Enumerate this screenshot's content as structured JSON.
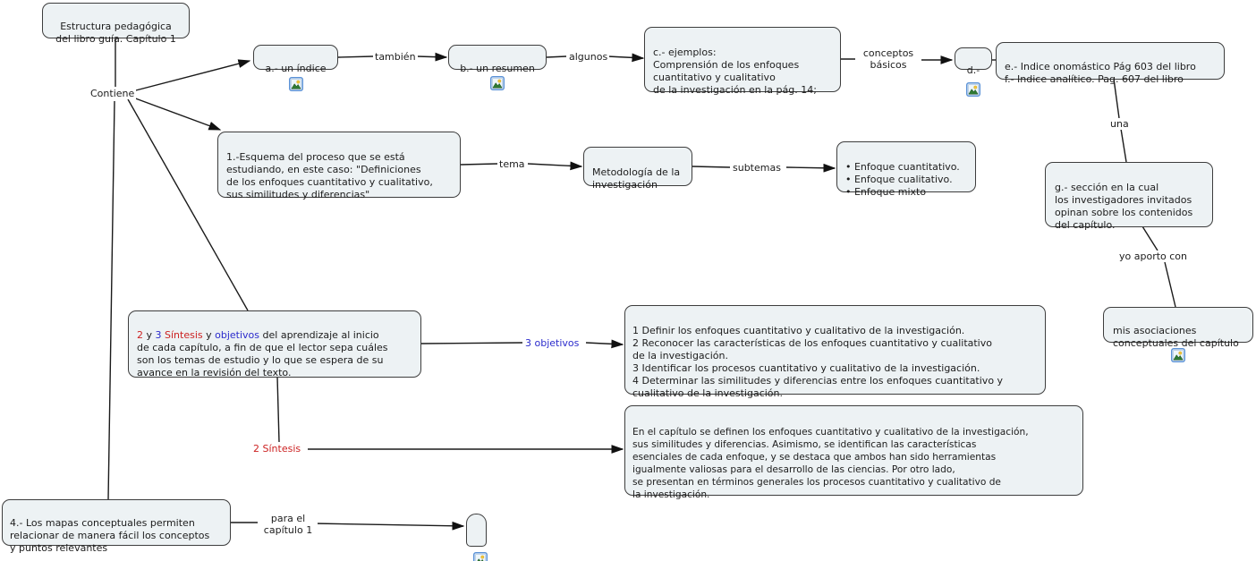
{
  "colors": {
    "text": "#1c1c1c",
    "red": "#cc2222",
    "blue": "#2b2bcc",
    "node_bg": "#edf2f4",
    "node_border": "#3d3d3d",
    "line": "#1a1a1a",
    "icon_border": "#5b92d6"
  },
  "icons": {
    "resource": "image-resource-icon"
  },
  "map": {
    "nodes": {
      "estructura": "Estructura pedagógica\ndel libro guía. Capítulo 1",
      "indice": "a.- un índice",
      "resumen": "b.- un resumen",
      "ejemplos": "c.- ejemplos:\nComprensión de los enfoques\ncuantitativo y cualitativo\nde la investigación en la pág. 14;",
      "d": "d.-",
      "ef": "e.- Indice onomástico Pág 603 del libro\nf.- Indice analítico. Pag. 607 del libro",
      "g": "g.- sección en la cual\nlos investigadores invitados\nopinan sobre los contenidos\ndel capítulo.",
      "asociaciones": "mis asociaciones\nconceptuales del capítulo",
      "esquema": "1.-Esquema del proceso que se está\nestudiando, en este caso: \"Definiciones\nde los enfoques cuantitativo y cualitativo,\nsus similitudes y diferencias\"",
      "metodologia": "Metodología de la\ninvestigación",
      "enfoques": "• Enfoque cuantitativo.\n• Enfoque cualitativo.\n• Enfoque mixto",
      "objetivos_lista": "1 Definir los enfoques cuantitativo y cualitativo de la investigación.\n2 Reconocer las características de los enfoques cuantitativo y cualitativo\nde la investigación.\n3 Identificar los procesos cuantitativo y cualitativo de la investigación.\n4 Determinar las similitudes y diferencias entre los enfoques cuantitativo y\ncualitativo de la investigación.",
      "sintesis_texto": "En el capítulo se definen los enfoques cuantitativo y cualitativo de la investigación,\nsus similitudes y diferencias. Asimismo, se identifican las características\nesenciales de cada enfoque, y se destaca que ambos han sido herramientas\nigualmente valiosas para el desarrollo de las ciencias. Por otro lado,\nse presentan en términos generales los procesos cuantitativo y cualitativo de\nla investigación.",
      "mapas": "4.- Los mapas conceptuales permiten\nrelacionar de manera fácil los conceptos\ny puntos relevantes"
    },
    "nodes_rich": {
      "sintesis_objetivos": [
        {
          "text": "2",
          "color": "red"
        },
        {
          "text": " y ",
          "color": "text"
        },
        {
          "text": "3",
          "color": "blue"
        },
        {
          "text": "  ",
          "color": "text"
        },
        {
          "text": "Síntesis",
          "color": "red"
        },
        {
          "text": " y ",
          "color": "text"
        },
        {
          "text": "objetivos",
          "color": "blue"
        },
        {
          "text": " del aprendizaje al inicio\nde cada capítulo, a fin de que el lector sepa cuáles\nson los temas de estudio y lo que se espera de su\navance en la revisión del texto.",
          "color": "text"
        }
      ]
    },
    "links": {
      "contiene": "Contiene",
      "tambien": "también",
      "algunos": "algunos",
      "conceptos": "conceptos\nbásicos",
      "una": "una",
      "yo_aporto": "yo aporto con",
      "tema": "tema",
      "subtemas": "subtemas",
      "tres_objetivos": "3 objetivos",
      "dos_sintesis": "2 Síntesis",
      "para_el": "para el\ncapítulo 1"
    }
  }
}
